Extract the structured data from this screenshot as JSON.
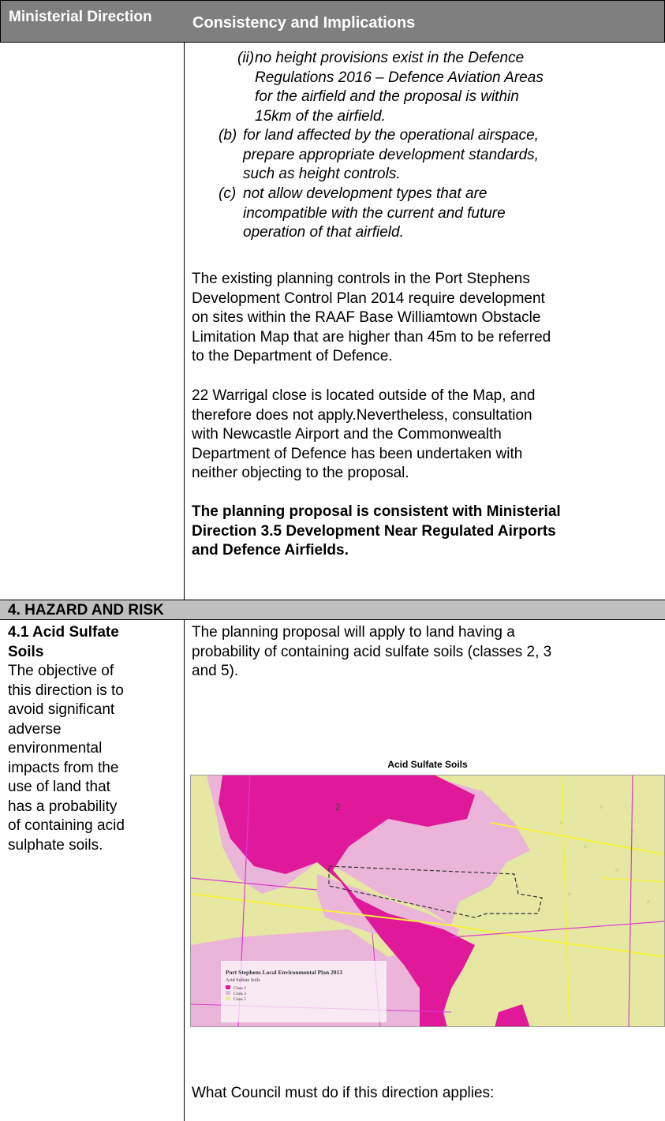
{
  "table": {
    "header": {
      "col1": "Ministerial Direction",
      "col2": "Consistency and Implications"
    },
    "airfield_items": {
      "ii_label": "(ii)",
      "ii_lines": [
        "no height provisions exist in the Defence",
        "Regulations 2016 – Defence Aviation Areas",
        "for the airfield and the proposal is within",
        "15km of the airfield."
      ],
      "b_label": "(b)",
      "b_lines": [
        "for land affected by the operational airspace,",
        "prepare appropriate development standards,",
        "such as height controls."
      ],
      "c_label": "(c)",
      "c_lines": [
        "not allow development types that are",
        "incompatible with the current and future",
        "operation of that airfield."
      ]
    },
    "para_existing": [
      "The existing planning controls in the Port Stephens",
      "Development Control Plan 2014 require development",
      "on sites within the RAAF Base Williamtown Obstacle",
      "Limitation Map that are higher than 45m to be referred",
      "to the Department of Defence."
    ],
    "para_warrigal": [
      "22 Warrigal close is located outside of the Map, and",
      "therefore does not apply.Nevertheless, consultation",
      "with Newcastle Airport and the Commonwealth",
      "Department of Defence has been undertaken with",
      "neither objecting to the proposal."
    ],
    "conclusion": [
      "The planning proposal is consistent with Ministerial",
      "Direction 3.5 Development Near Regulated Airports",
      "and Defence Airfields."
    ],
    "section_heading": "4. HAZARD AND RISK",
    "direction_41": {
      "title_lines": [
        "4.1 Acid Sulfate",
        "Soils"
      ],
      "objective_lines": [
        "The objective of",
        "this direction is to",
        "avoid significant",
        "adverse",
        "environmental",
        "impacts from the",
        "use of land that",
        "has a probability",
        "of containing acid",
        "sulphate soils."
      ]
    },
    "acid_intro": [
      "The planning proposal will apply to land having a",
      "probability of containing acid sulfate soils (classes 2, 3",
      "and 5)."
    ],
    "map": {
      "title": "Acid Sulfate Soils",
      "zone_label": "2",
      "legend_title": "Port Stephens Local Environmental Plan 2013",
      "legend_subtitle": "Acid Sulfate Soils",
      "legend_items": [
        "Class 2",
        "Class 3",
        "Class 5"
      ],
      "colors": {
        "class2": "#e0189a",
        "class3": "#eab5d8",
        "class5": "#e6e7a3",
        "roads": "#f5f03c",
        "boundaries": "#d83cd0"
      }
    },
    "what_council": "What Council must do if this direction applies:"
  }
}
